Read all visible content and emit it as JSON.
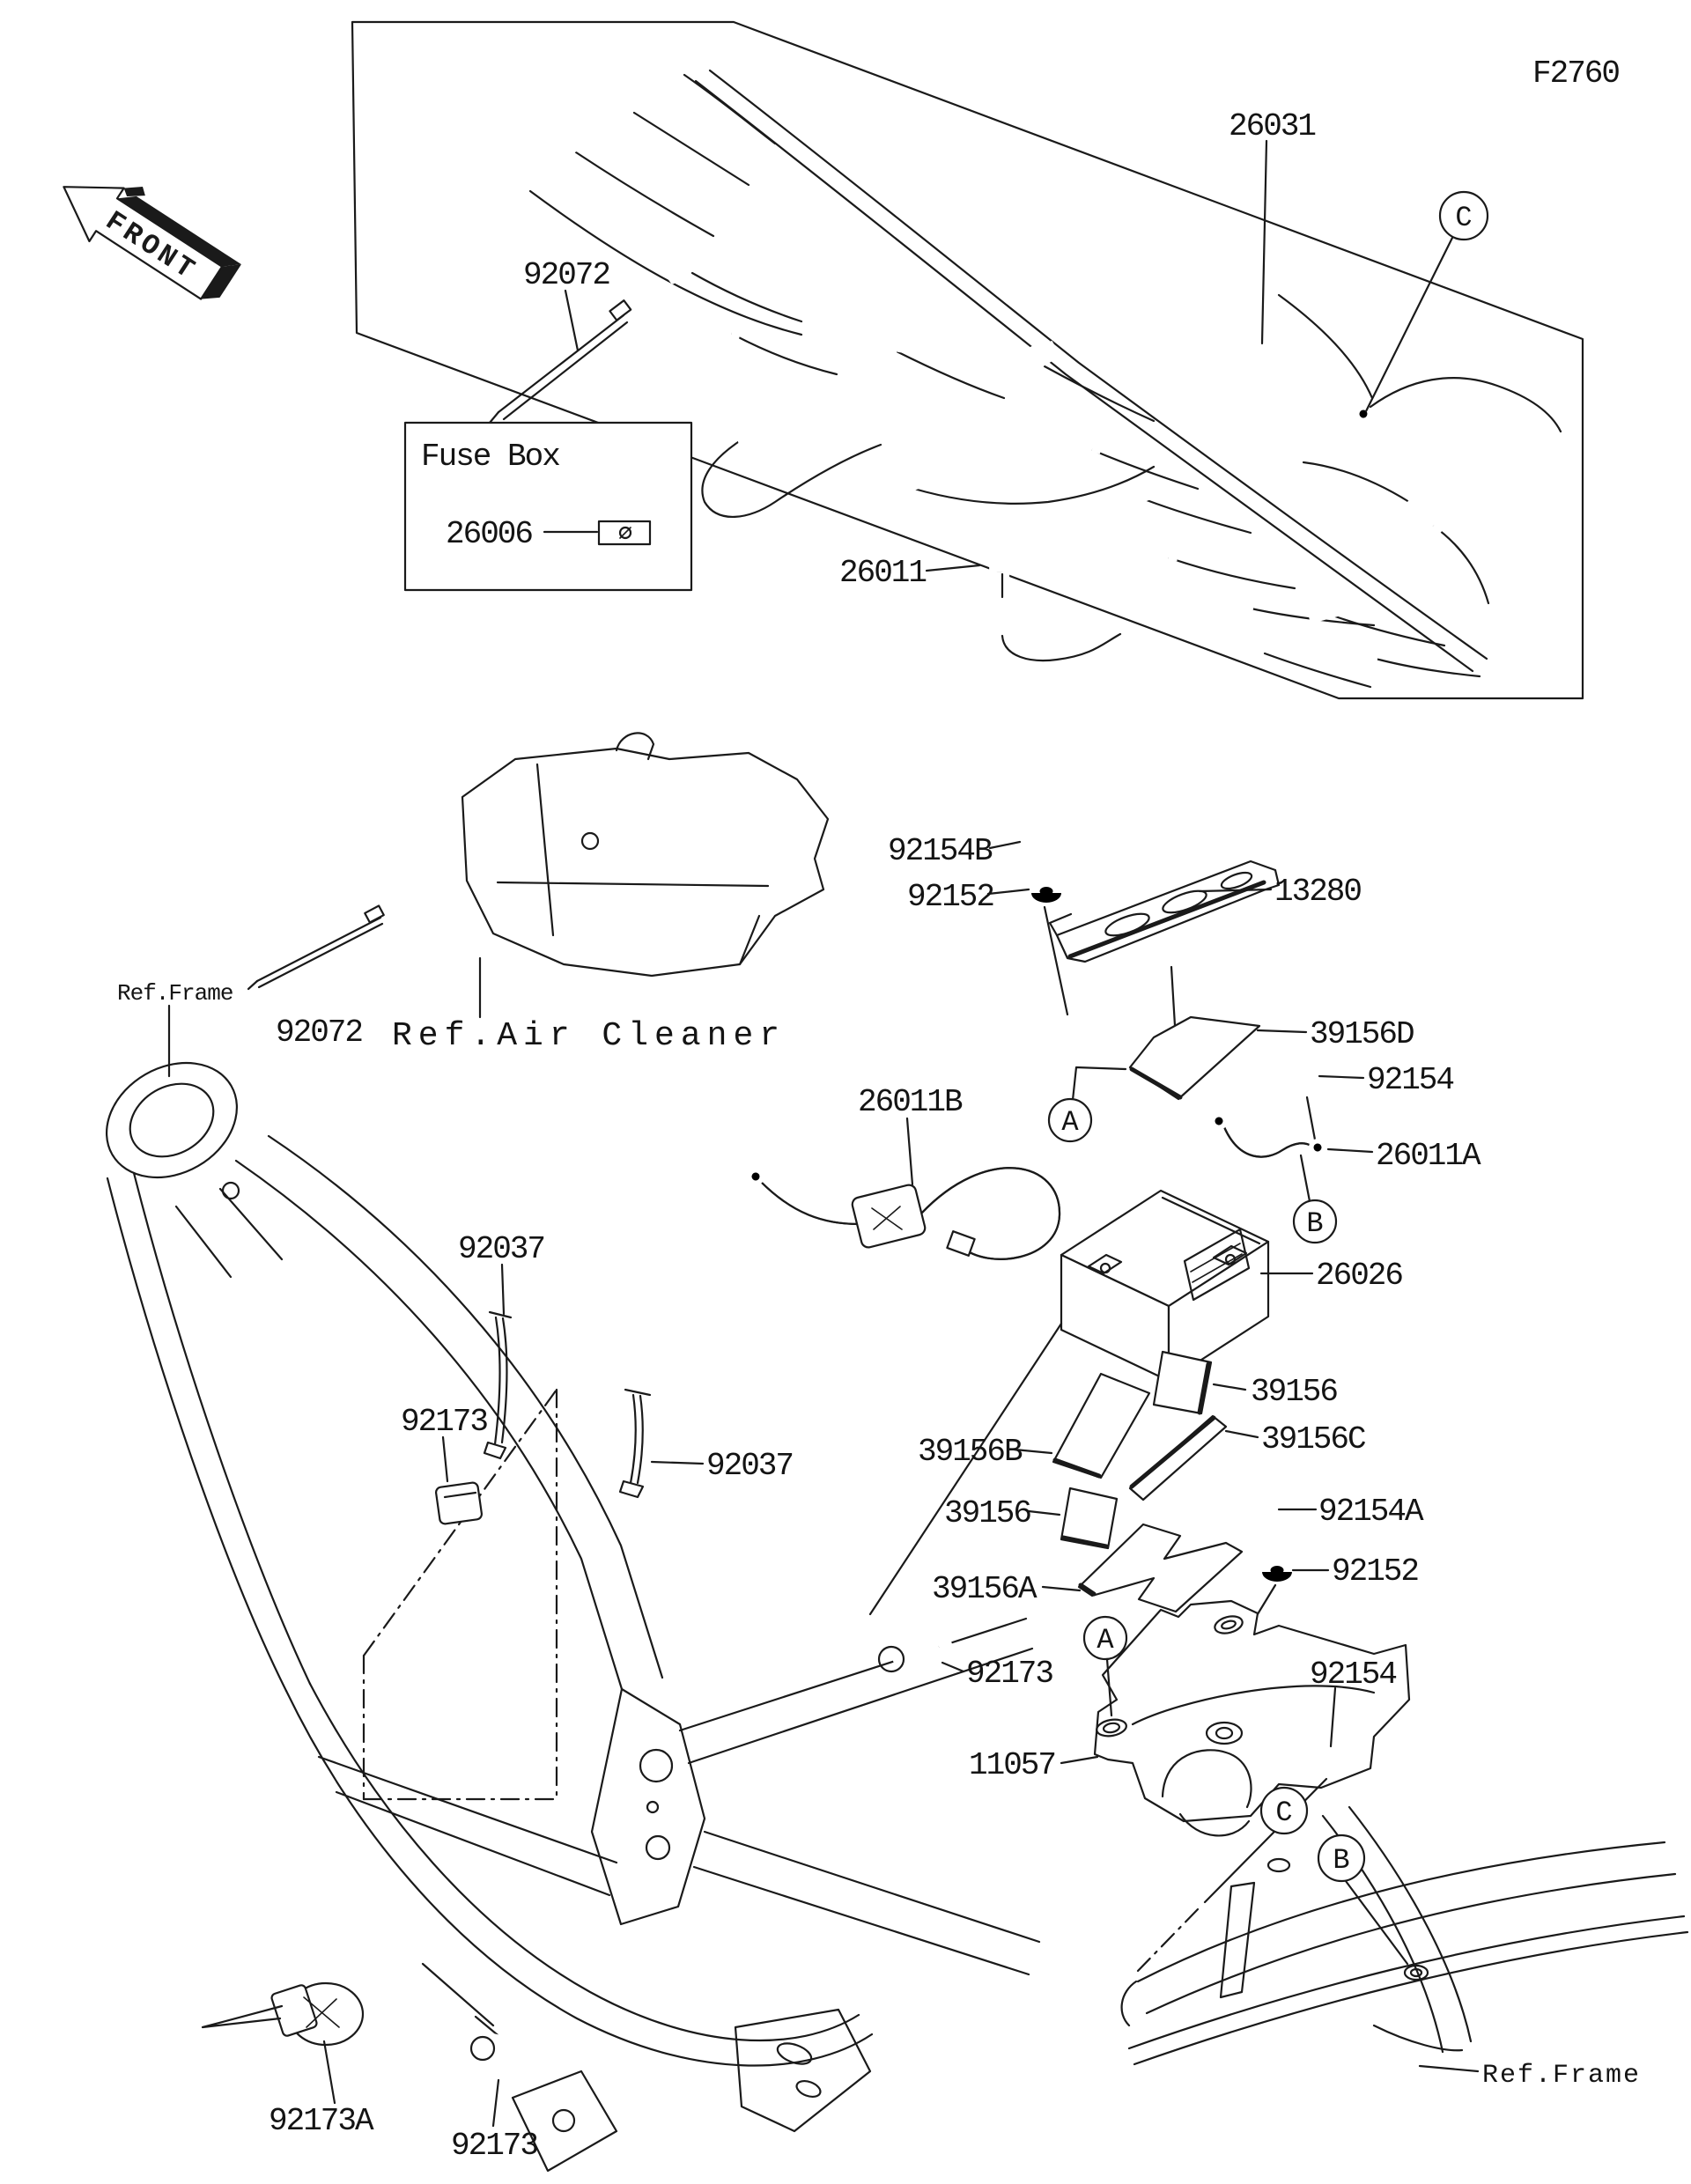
{
  "drawing_code": "F2760",
  "front_marker": "FRONT",
  "fuse_box": {
    "title": "Fuse Box",
    "part_number": "26006"
  },
  "parts": {
    "harness": "26031",
    "clamp_top": "92072",
    "clamp_air_cleaner": "92072",
    "relay": "26011",
    "bolt_bracket": "92154B",
    "grommet_bracket": "92152",
    "battery_bracket": "13280",
    "pad_d": "39156D",
    "bolt_terminal": "92154",
    "battery_cable_a": "26011A",
    "battery_cable_b": "26011B",
    "battery": "26026",
    "pad_right": "39156",
    "pad_b": "39156B",
    "pad_c": "39156C",
    "pad_left": "39156",
    "pad_a": "39156A",
    "bolt_case": "92154A",
    "grommet_case": "92152",
    "battery_case": "11057",
    "bolt_frame": "92154",
    "band_1": "92037",
    "band_2": "92037",
    "grommet_mid": "92173",
    "grommet_frame": "92173",
    "grommet_a": "92173A",
    "grommet_bottom": "92173"
  },
  "references": {
    "frame_top": "Ref.Frame",
    "air_cleaner": "Ref.Air Cleaner",
    "frame_bottom": "Ref.Frame"
  },
  "markers": {
    "a": "A",
    "b": "B",
    "c": "C"
  }
}
